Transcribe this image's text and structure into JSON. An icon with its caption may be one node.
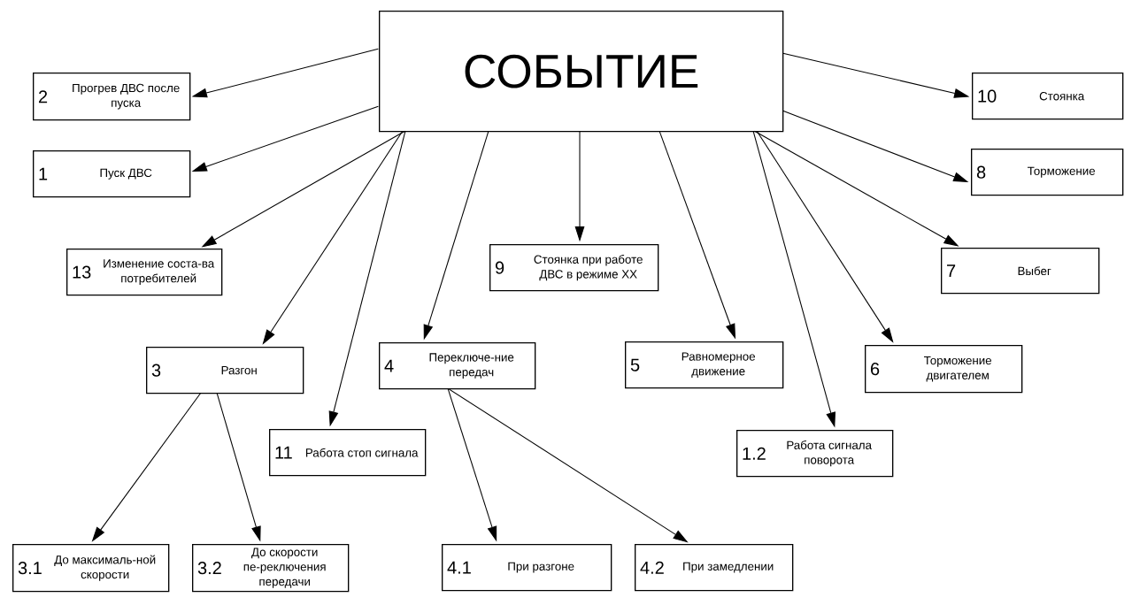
{
  "diagram": {
    "nodes": [
      {
        "text": [
          "СОБЫТИЕ"
        ]
      },
      {
        "text": [
          "2",
          "Прогрев ДВС после пуска"
        ]
      },
      {
        "text": [
          "10",
          "Стоянка"
        ]
      },
      {
        "text": [
          "1",
          "Пуск ДВС"
        ]
      },
      {
        "text": [
          "8",
          "Торможение"
        ]
      },
      {
        "text": [
          "13",
          "Изменение соста-ва потребителей"
        ]
      },
      {
        "text": [
          "9",
          "Стоянка при работе ДВС в режиме ХХ"
        ]
      },
      {
        "text": [
          "7",
          "Выбег"
        ]
      },
      {
        "text": [
          "3",
          "Разгон"
        ]
      },
      {
        "text": [
          "4",
          "Переключе-ние передач"
        ]
      },
      {
        "text": [
          "5",
          "Равномерное движение"
        ]
      },
      {
        "text": [
          "6",
          "Торможение двигателем"
        ]
      },
      {
        "text": [
          "11",
          "Работа стоп сигнала"
        ]
      },
      {
        "text": [
          "1.2",
          "Работа сигнала поворота"
        ]
      },
      {
        "text": [
          "3.1",
          "До максималь-ной скорости"
        ]
      },
      {
        "text": [
          "3.2",
          "До скорости пе-реключения передачи"
        ]
      },
      {
        "text": [
          "4.1",
          "При разгоне"
        ]
      },
      {
        "text": [
          "4.2",
          "При замедлении"
        ]
      }
    ],
    "edges": [
      {
        "from": 0,
        "to": 1,
        "arrow": "to"
      },
      {
        "from": 0,
        "to": 2,
        "arrow": "to"
      },
      {
        "from": 0,
        "to": 3,
        "arrow": "to"
      },
      {
        "from": 0,
        "to": 4,
        "arrow": "to"
      },
      {
        "from": 0,
        "to": 5,
        "arrow": "to"
      },
      {
        "from": 0,
        "to": 6,
        "arrow": "to"
      },
      {
        "from": 0,
        "to": 7,
        "arrow": "to"
      },
      {
        "from": 0,
        "to": 8,
        "arrow": "to"
      },
      {
        "from": 0,
        "to": 9,
        "arrow": "to"
      },
      {
        "from": 0,
        "to": 10,
        "arrow": "to"
      },
      {
        "from": 0,
        "to": 11,
        "arrow": "to"
      },
      {
        "from": 0,
        "to": 12,
        "arrow": "to"
      },
      {
        "from": 0,
        "to": 13,
        "arrow": "to"
      },
      {
        "from": 8,
        "to": 14,
        "arrow": "to"
      },
      {
        "from": 8,
        "to": 15,
        "arrow": "to"
      },
      {
        "from": 9,
        "to": 16,
        "arrow": "to"
      },
      {
        "from": 9,
        "to": 17,
        "arrow": "to"
      }
    ]
  }
}
